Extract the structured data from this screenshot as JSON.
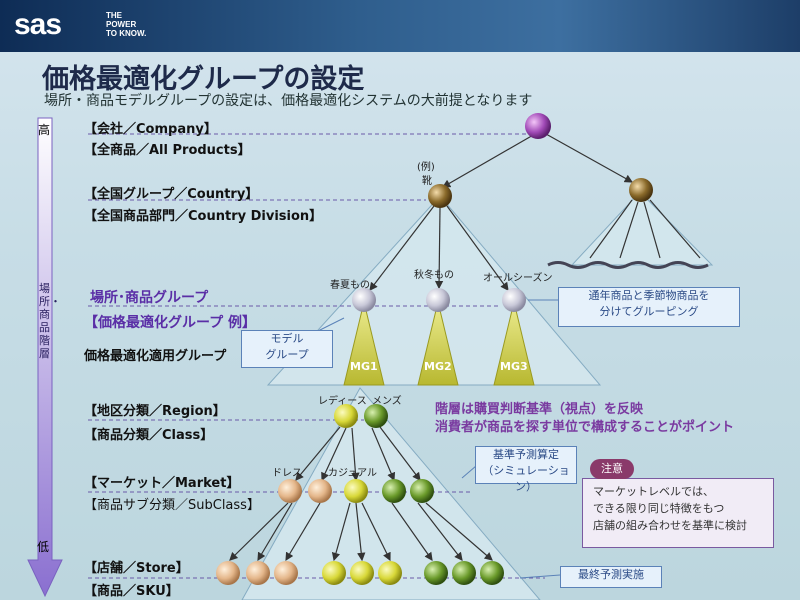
{
  "brand": {
    "logo": "sas",
    "tagline": [
      "THE",
      "POWER",
      "TO KNOW."
    ]
  },
  "title": "価格最適化グループの設定",
  "subtitle": "場所・商品モデルグループの設定は、価格最適化システムの大前提となります",
  "axis": {
    "high": "高",
    "low": "低",
    "label": "場所・商品階層"
  },
  "levels": {
    "company": "【会社／Company】",
    "all_products": "【全商品／All Products】",
    "country": "【全国グループ／Country】",
    "country_division": "【全国商品部門／Country Division】",
    "location_product_group": "場所･商品グループ",
    "price_opt_group_example": "【価格最適化グループ 例】",
    "price_opt_apply_group": "価格最適化適用グループ",
    "region": "【地区分類／Region】",
    "class": "【商品分類／Class】",
    "market": "【マーケット／Market】",
    "subclass": "【商品サブ分類／SubClass】",
    "store": "【店舗／Store】",
    "sku": "【商品／SKU】"
  },
  "labels": {
    "example": "(例)",
    "shoes": "靴",
    "spring_summer": "春夏もの",
    "autumn_winter": "秋冬もの",
    "all_season": "オールシーズン",
    "ladies": "レディース",
    "mens": "メンズ",
    "dress": "ドレス",
    "casual": "カジュアル",
    "mg1": "MG1",
    "mg2": "MG2",
    "mg3": "MG3"
  },
  "boxes": {
    "model_group": [
      "モデル",
      "グループ"
    ],
    "regular_seasonal": [
      "通年商品と季節物商品を",
      "分けてグルーピング"
    ],
    "forecast_calc": [
      "基準予測算定",
      "（シミュレーション）"
    ],
    "final_forecast": "最終予測実施"
  },
  "notes": {
    "line1": "階層は購買判断基準（視点）を反映",
    "line2": "消費者が商品を探す単位で構成することがポイント"
  },
  "caution": {
    "badge": "注意",
    "lines": [
      "マーケットレベルでは、",
      "できる限り同じ特徴をもつ",
      "店舗の組み合わせを基準に検討"
    ]
  },
  "colors": {
    "purple": "#a24bb8",
    "bronze": "#8a6a2a",
    "grey": "#c8c8d8",
    "yellow": "#d8d838",
    "green": "#6a9a2a",
    "peach": "#e4b68a",
    "arrow": "#8a6fd0"
  }
}
